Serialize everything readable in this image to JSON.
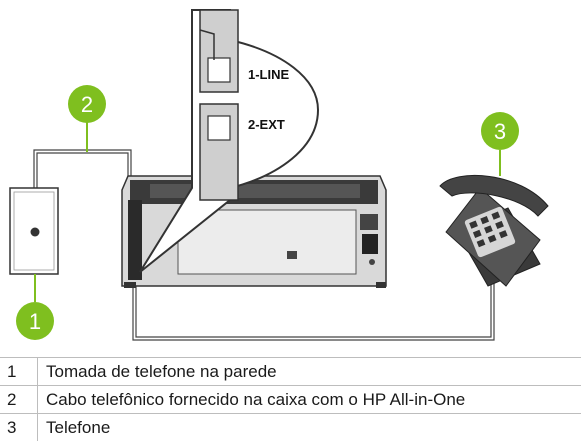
{
  "callouts": [
    {
      "number": "1",
      "color": "#7fbf1f"
    },
    {
      "number": "2",
      "color": "#7fbf1f"
    },
    {
      "number": "3",
      "color": "#7fbf1f"
    }
  ],
  "ports": {
    "line_label": "1-LINE",
    "ext_label": "2-EXT"
  },
  "legend": [
    {
      "number": "1",
      "text": "Tomada de telefone na parede"
    },
    {
      "number": "2",
      "text": "Cabo telefônico fornecido na caixa com o HP All-in-One"
    },
    {
      "number": "3",
      "text": "Telefone"
    }
  ]
}
